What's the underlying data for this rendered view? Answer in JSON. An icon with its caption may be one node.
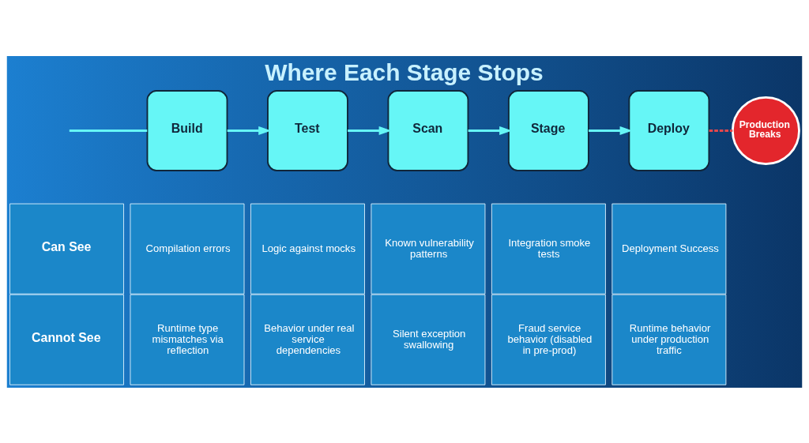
{
  "diagram": {
    "title": "Where Each Stage Stops",
    "nodes": [
      {
        "text": [
          "Build"
        ]
      },
      {
        "text": [
          "Test"
        ]
      },
      {
        "text": [
          "Scan"
        ]
      },
      {
        "text": [
          "Stage"
        ]
      },
      {
        "text": [
          "Deploy"
        ]
      },
      {
        "text": [
          "Production Breaks"
        ]
      }
    ],
    "edges": [
      {
        "from": null,
        "to": 0,
        "arrow": "none"
      },
      {
        "from": 0,
        "to": 1,
        "arrow": "to"
      },
      {
        "from": 1,
        "to": 2,
        "arrow": "to"
      },
      {
        "from": 2,
        "to": 3,
        "arrow": "to"
      },
      {
        "from": 3,
        "to": 4,
        "arrow": "to"
      },
      {
        "from": 4,
        "to": 5,
        "arrow": "none",
        "style": "dashed",
        "color": "#e5474c"
      }
    ],
    "labels": [
      "Can See",
      "Compilation errors",
      "Logic against mocks",
      "Known vulnerability patterns",
      "Integration smoke tests",
      "Deployment Success",
      "Cannot See",
      "Runtime type mismatches via reflection",
      "Behavior under real service dependencies",
      "Silent exception swallowing",
      "Fraud service behavior (disabled in pre-prod)",
      "Runtime behavior under production traffic"
    ]
  }
}
